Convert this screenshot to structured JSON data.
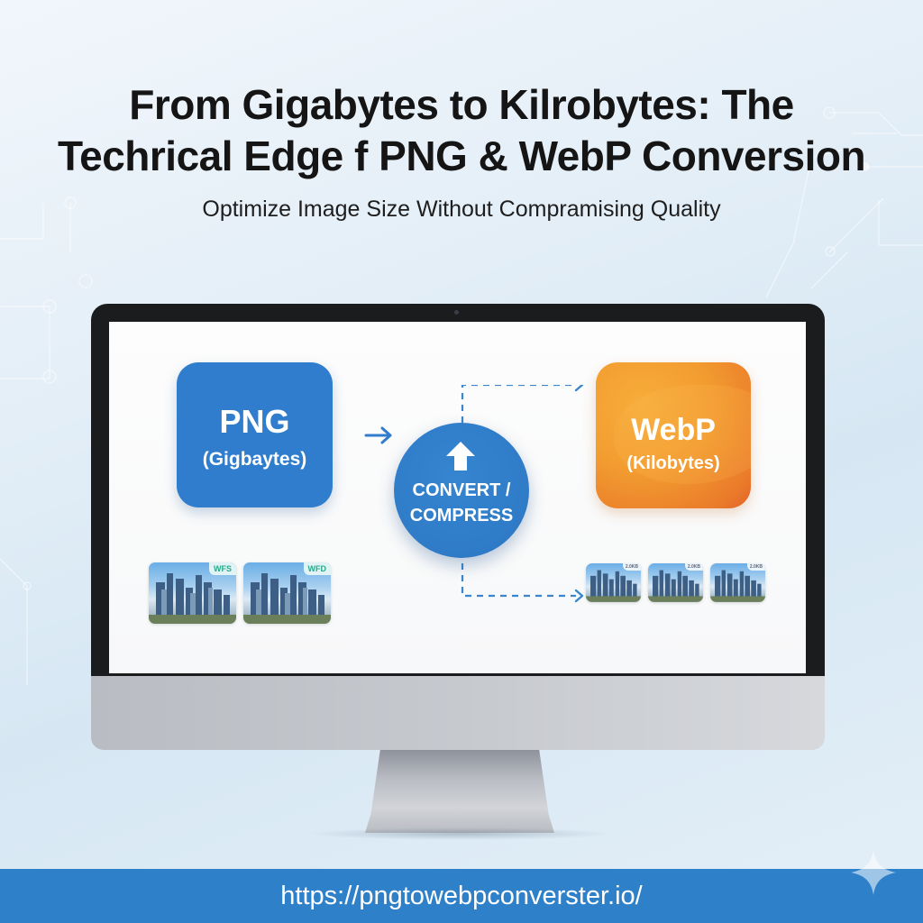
{
  "header": {
    "title_line1": "From Gigabytes to Kilrobytes: The",
    "title_line2": "Techrical Edge f PNG & WebP Conversion",
    "subtitle": "Optimize Image Size Without Compramising Quality"
  },
  "monitor": {
    "source_card": {
      "format": "PNG",
      "size_label": "(Gigbaytes)",
      "color": "#2f7dcc"
    },
    "process": {
      "icon": "up-arrow-icon",
      "line1": "CONVERT /",
      "line2": "COMPRESS",
      "color": "#2f7bc7"
    },
    "target_card": {
      "format": "WebP",
      "size_label": "(Kilobytes)",
      "color": "#f29c30"
    },
    "source_thumbnails": [
      {
        "badge": "WFS"
      },
      {
        "badge": "WFD"
      }
    ],
    "target_thumbnails": [
      {
        "badge": "2.0KB"
      },
      {
        "badge": "2.0KB"
      },
      {
        "badge": "2.0KB"
      }
    ]
  },
  "footer": {
    "url": "https://pngtowebpconverster.io/",
    "color": "#2e80c9"
  },
  "icons": {
    "right-arrow": "arrow-right-icon",
    "dashed-arrows": "dashed-flow-arrow-icon",
    "sparkle": "sparkle-icon"
  }
}
